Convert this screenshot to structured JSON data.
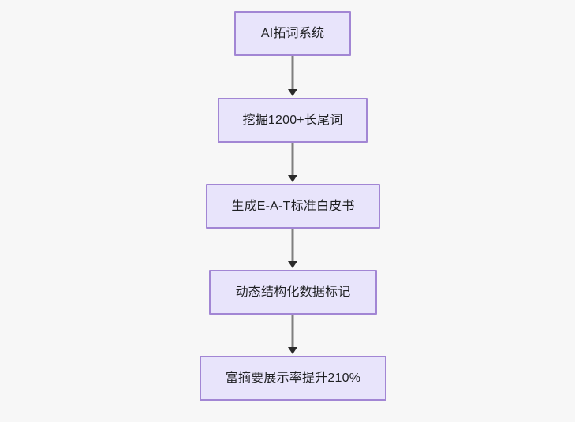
{
  "diagram": {
    "type": "flowchart",
    "direction": "top-to-bottom",
    "background_color": "#f7f7f7",
    "node_fill_color": "#e8e4fb",
    "node_border_color": "#a286d4",
    "node_text_color": "#1f2023",
    "connector_color": "#7f7f7f",
    "arrowhead_color": "#2a2a2a",
    "nodes": [
      {
        "id": "node-0",
        "label": "AI拓词系统"
      },
      {
        "id": "node-1",
        "label": "挖掘1200+长尾词"
      },
      {
        "id": "node-2",
        "label": "生成E-A-T标准白皮书"
      },
      {
        "id": "node-3",
        "label": "动态结构化数据标记"
      },
      {
        "id": "node-4",
        "label": "富摘要展示率提升210%"
      }
    ],
    "edges": [
      {
        "id": "edge-0",
        "from": "node-0",
        "to": "node-1",
        "label": ""
      },
      {
        "id": "edge-1",
        "from": "node-1",
        "to": "node-2",
        "label": ""
      },
      {
        "id": "edge-2",
        "from": "node-2",
        "to": "node-3",
        "label": ""
      },
      {
        "id": "edge-3",
        "from": "node-3",
        "to": "node-4",
        "label": ""
      }
    ]
  }
}
